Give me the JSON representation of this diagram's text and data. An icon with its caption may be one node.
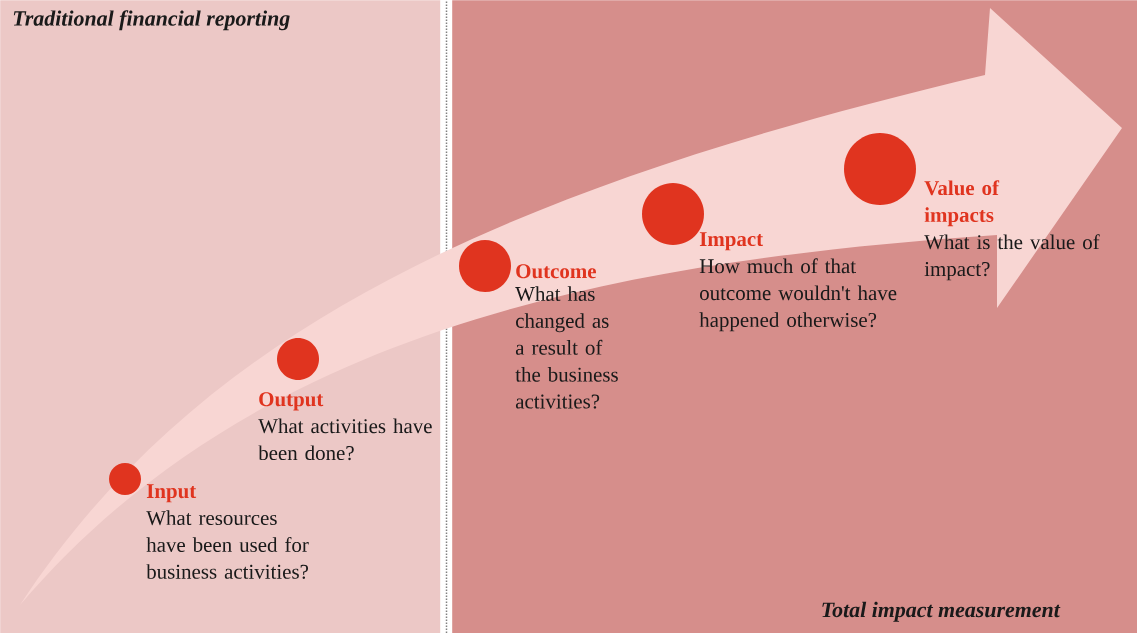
{
  "diagram": {
    "nodes": [
      {
        "text": [
          "Traditional financial reporting"
        ]
      },
      {
        "text": [
          "Total impact measurement"
        ]
      },
      {
        "text": [
          "Input",
          "What resources have been used for business activities?"
        ],
        "in": 0
      },
      {
        "text": [
          "Output",
          "What activities have been done?"
        ],
        "in": 0
      },
      {
        "text": [
          "Outcome",
          "What has changed as a result of the business activities?"
        ],
        "in": 1
      },
      {
        "text": [
          "Impact",
          "How much of that outcome wouldn't have happened otherwise?"
        ],
        "in": 1
      },
      {
        "text": [
          "Value of impacts",
          "What is the value of impact?"
        ],
        "in": 1
      }
    ]
  }
}
